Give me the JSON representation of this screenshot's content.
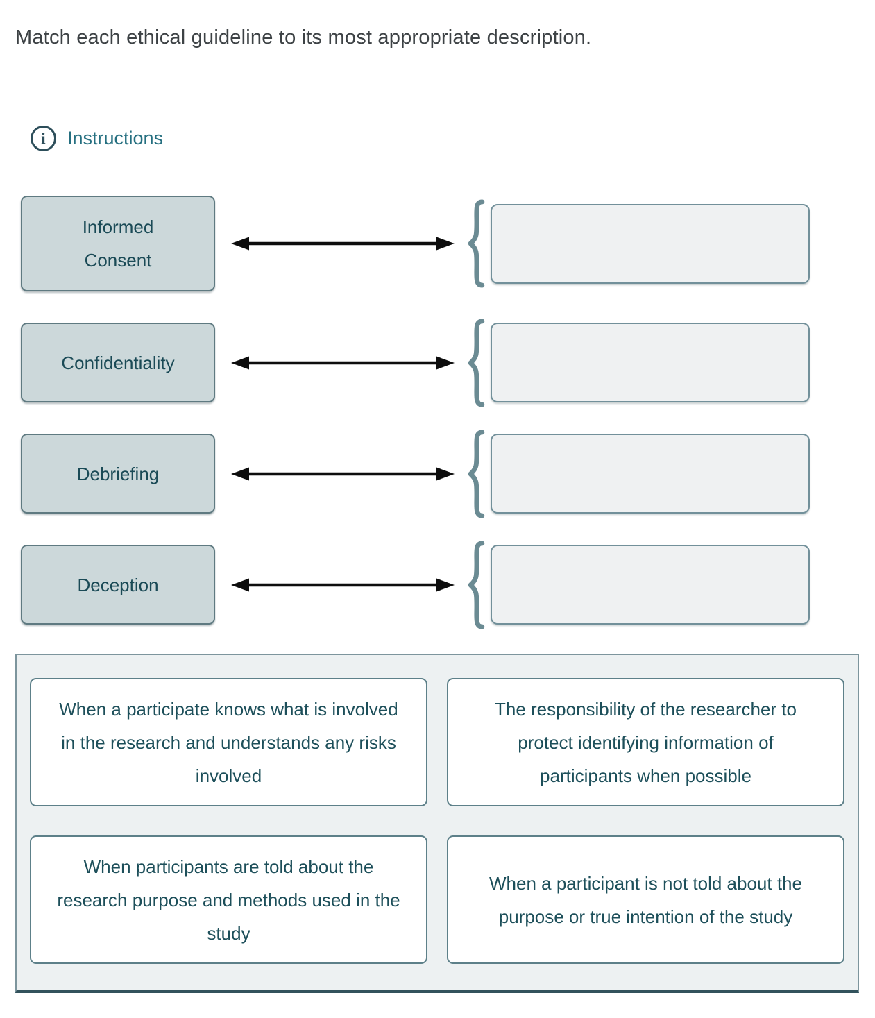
{
  "title": "Match each ethical guideline to its most appropriate description.",
  "instructions": {
    "label": "Instructions",
    "icon": "info-icon",
    "icon_glyph": "i"
  },
  "matches": [
    {
      "term": "Informed Consent"
    },
    {
      "term": "Confidentiality"
    },
    {
      "term": "Debriefing"
    },
    {
      "term": "Deception"
    }
  ],
  "answer_bank": {
    "cards": [
      {
        "text": "When a participate knows what is involved in the research and understands any risks involved"
      },
      {
        "text": "The responsibility of the researcher to protect identifying information of participants when possible"
      },
      {
        "text": "When participants are told about the research purpose and methods used in the study"
      },
      {
        "text": "When a participant is not told about the purpose or true intention of the study"
      }
    ]
  },
  "colors": {
    "link_teal": "#256f80",
    "term_text": "#1a4a56",
    "term_box_fill": "#ccd8da",
    "term_box_border": "#5f7a81",
    "drop_zone_fill": "#eff1f2",
    "drop_zone_border": "#72909a",
    "panel_fill": "#edf1f2",
    "panel_border": "#7d959d",
    "card_border": "#5d8089",
    "card_text": "#1d4f5a",
    "arrow_black": "#0d0d0d",
    "brace_slate": "#6b8b93"
  }
}
